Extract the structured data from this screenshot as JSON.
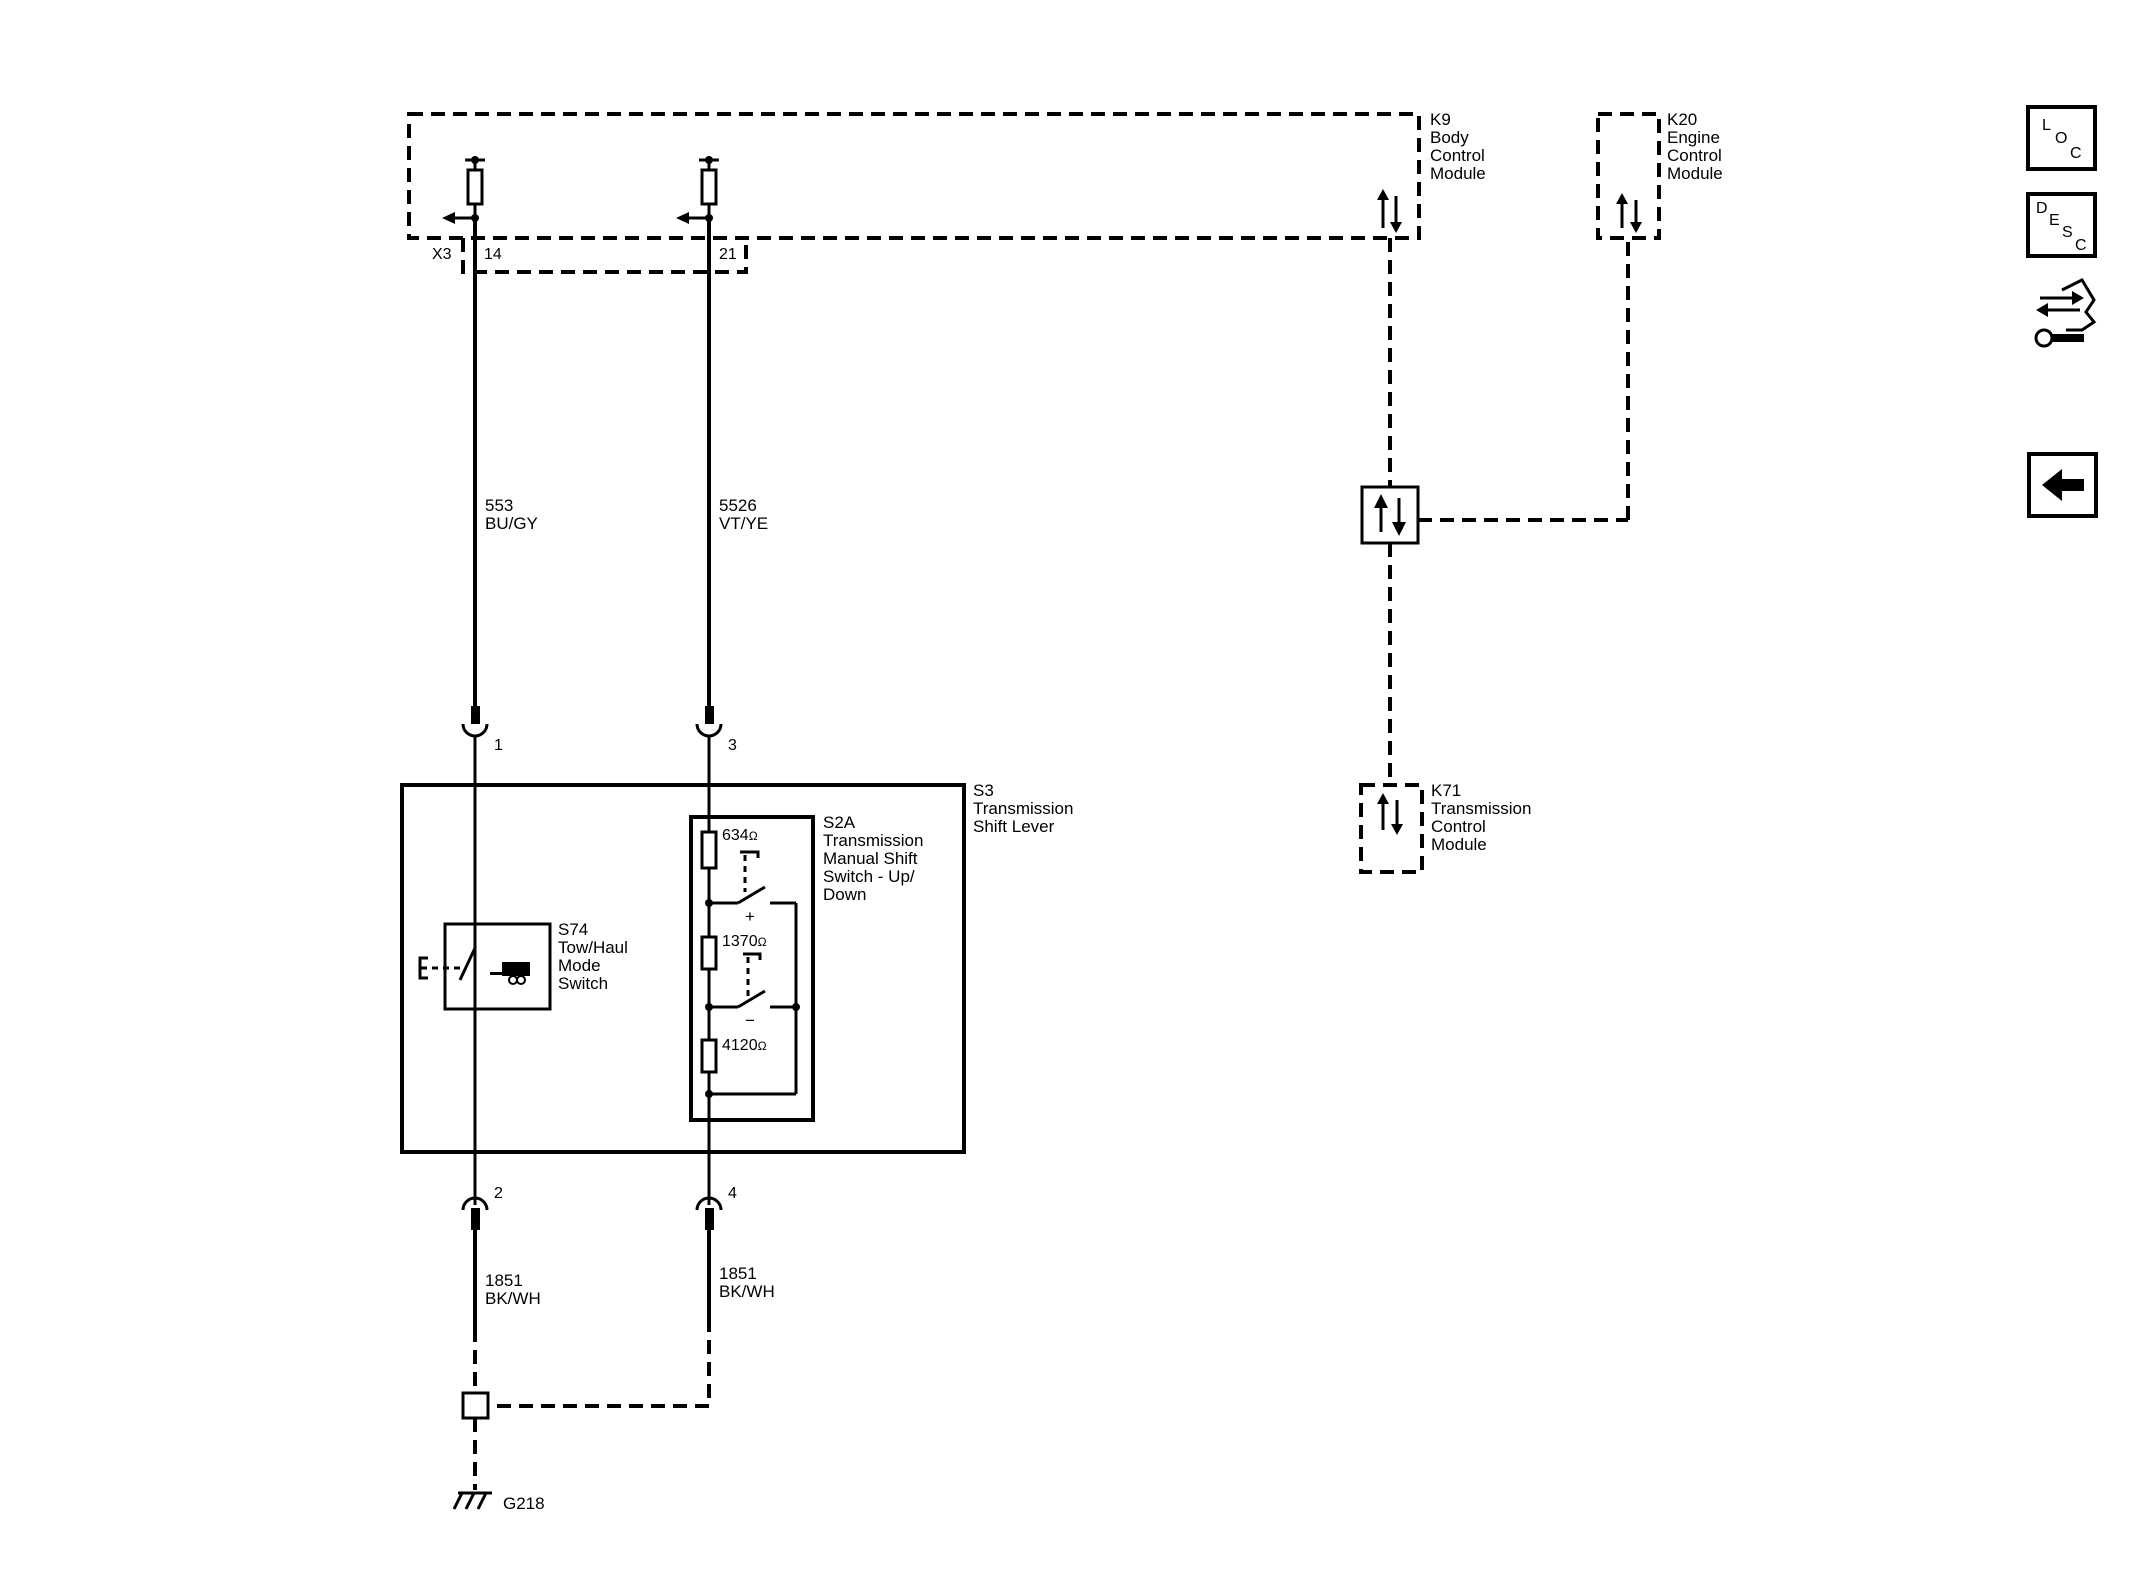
{
  "modules": {
    "k9": {
      "id": "K9",
      "line1": "Body",
      "line2": "Control",
      "line3": "Module"
    },
    "k20": {
      "id": "K20",
      "line1": "Engine",
      "line2": "Control",
      "line3": "Module"
    },
    "k71": {
      "id": "K71",
      "line1": "Transmission",
      "line2": "Control",
      "line3": "Module"
    }
  },
  "connector_x3": {
    "name": "X3",
    "pin_a": "14",
    "pin_b": "21"
  },
  "wires": {
    "left_top": {
      "circuit": "553",
      "color": "BU/GY"
    },
    "right_top": {
      "circuit": "5526",
      "color": "VT/YE"
    },
    "left_bottom": {
      "circuit": "1851",
      "color": "BK/WH"
    },
    "right_bottom": {
      "circuit": "1851",
      "color": "BK/WH"
    }
  },
  "pins": {
    "p1": "1",
    "p2": "2",
    "p3": "3",
    "p4": "4"
  },
  "s3": {
    "id": "S3",
    "line1": "Transmission",
    "line2": "Shift Lever"
  },
  "s74": {
    "id": "S74",
    "line1": "Tow/Haul",
    "line2": "Mode",
    "line3": "Switch"
  },
  "s2a": {
    "id": "S2A",
    "line1": "Transmission",
    "line2": "Manual Shift",
    "line3": "Switch - Up/",
    "line4": "Down"
  },
  "resistors": {
    "r1": "634",
    "r2": "1370",
    "r3": "4120",
    "unit": "Ω"
  },
  "switch_signs": {
    "plus": "+",
    "minus": "−"
  },
  "ground": {
    "id": "G218"
  },
  "side_buttons": {
    "loc": {
      "l1": "L",
      "l2": "O",
      "l3": "C"
    },
    "desc": {
      "l1": "D",
      "l2": "E",
      "l3": "S",
      "l4": "C"
    }
  }
}
